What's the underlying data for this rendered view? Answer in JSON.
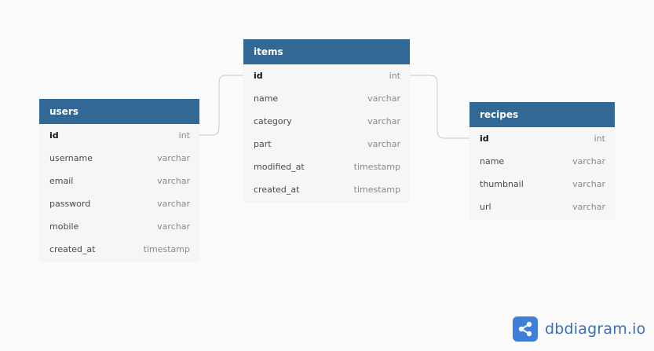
{
  "tables": {
    "users": {
      "name": "users",
      "columns": [
        {
          "name": "id",
          "type": "int",
          "pk": true
        },
        {
          "name": "username",
          "type": "varchar"
        },
        {
          "name": "email",
          "type": "varchar"
        },
        {
          "name": "password",
          "type": "varchar"
        },
        {
          "name": "mobile",
          "type": "varchar"
        },
        {
          "name": "created_at",
          "type": "timestamp"
        }
      ]
    },
    "items": {
      "name": "items",
      "columns": [
        {
          "name": "id",
          "type": "int",
          "pk": true
        },
        {
          "name": "name",
          "type": "varchar"
        },
        {
          "name": "category",
          "type": "varchar"
        },
        {
          "name": "part",
          "type": "varchar"
        },
        {
          "name": "modified_at",
          "type": "timestamp"
        },
        {
          "name": "created_at",
          "type": "timestamp"
        }
      ]
    },
    "recipes": {
      "name": "recipes",
      "columns": [
        {
          "name": "id",
          "type": "int",
          "pk": true
        },
        {
          "name": "name",
          "type": "varchar"
        },
        {
          "name": "thumbnail",
          "type": "varchar"
        },
        {
          "name": "url",
          "type": "varchar"
        }
      ]
    }
  },
  "brand": {
    "name": "dbdiagram.io",
    "logo_icon": "share-nodes-icon"
  },
  "colors": {
    "header": "#316896",
    "connector": "#c8c8cc",
    "brand": "#3d7fd9"
  }
}
